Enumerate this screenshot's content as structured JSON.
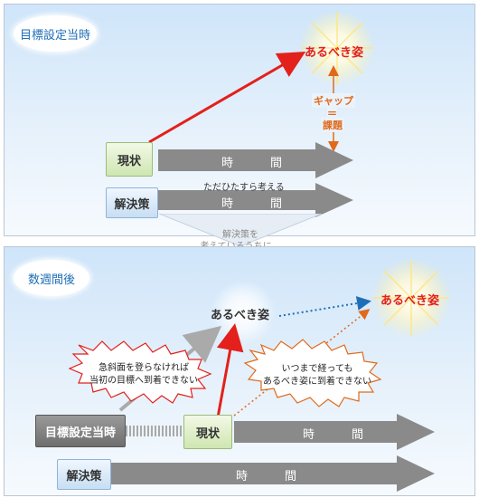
{
  "top_panel": {
    "title": "目標設定当時",
    "ideal": "あるべき姿",
    "gap_label": "ギャップ",
    "equals": "＝",
    "issue_label": "課題",
    "current_box": "現状",
    "time_label": "時　間",
    "solution_box": "解決策",
    "solution_note": "ただひたすら考える",
    "solution_time": "時　間"
  },
  "transition": {
    "line1": "解決策を",
    "line2": "考えているうちに…"
  },
  "bottom_panel": {
    "title": "数週間後",
    "ideal_old": "あるべき姿",
    "ideal_new": "あるべき姿",
    "burst_left_line1": "急斜面を登らなければ",
    "burst_left_line2": "当初の目標へ到着できない",
    "burst_right_line1": "いつまで経っても",
    "burst_right_line2": "あるべき姿に到着できない",
    "goal_box": "目標設定当時",
    "current_box": "現状",
    "time_label": "時　間",
    "solution_box": "解決策",
    "solution_time": "時　間"
  },
  "colors": {
    "red": "#e3201b",
    "orange": "#e06a1b",
    "blue_dotted": "#1f6fb7",
    "gray_arrow": "#8a8a8a"
  }
}
